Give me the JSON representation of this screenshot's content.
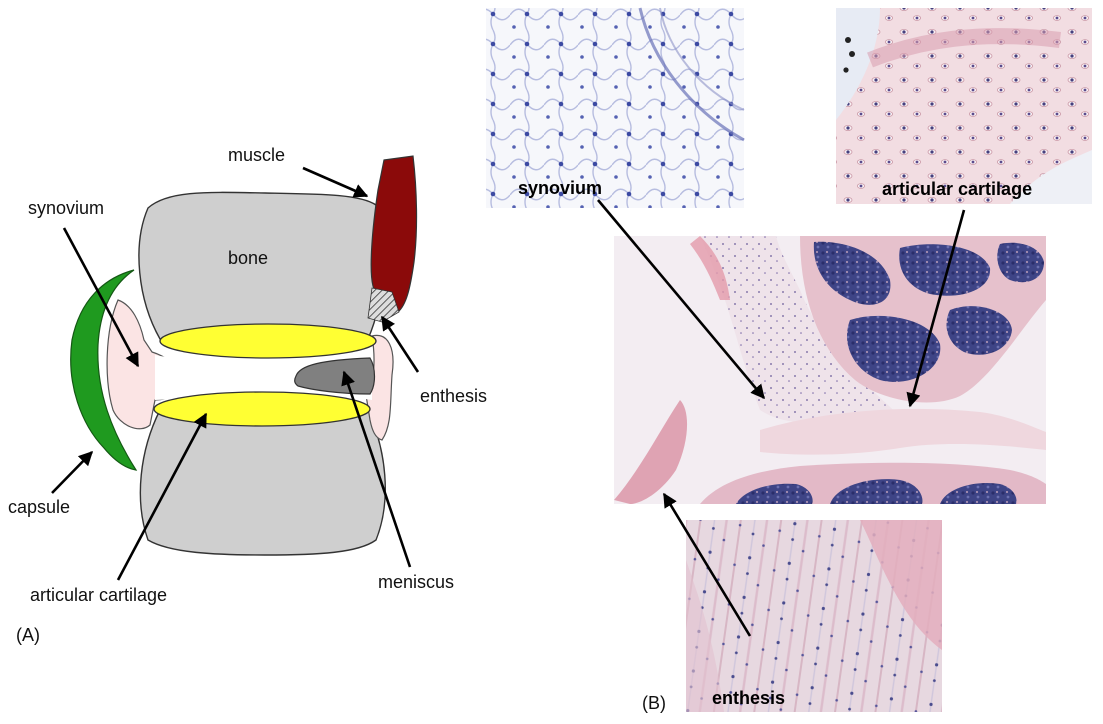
{
  "panel_a": {
    "panel_label": "(A)",
    "labels": {
      "muscle": "muscle",
      "synovium": "synovium",
      "bone": "bone",
      "enthesis": "enthesis",
      "capsule": "capsule",
      "articular_cartilage": "articular cartilage",
      "meniscus": "meniscus"
    },
    "colors": {
      "bone": "#cfcfcf",
      "cartilage": "#ffff33",
      "muscle": "#8b0a0a",
      "capsule": "#1f9a1f",
      "synovium": "#fbe4e4",
      "meniscus": "#808080"
    }
  },
  "panel_b": {
    "panel_label": "(B)",
    "labels": {
      "synovium": "synovium",
      "articular_cartilage": "articular cartilage",
      "enthesis": "enthesis"
    },
    "colors": {
      "stain_pink": "#e9c2cc",
      "stain_purple": "#3d3f86",
      "background": "#f3edf2"
    }
  }
}
